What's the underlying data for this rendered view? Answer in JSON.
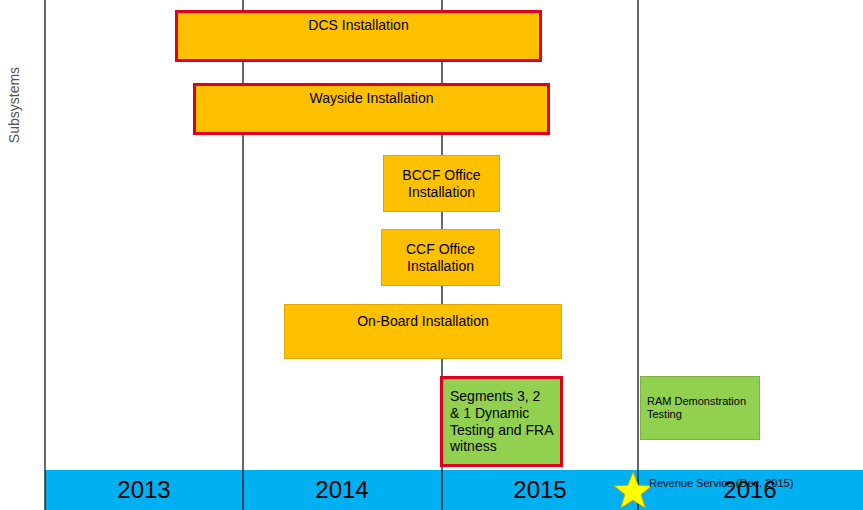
{
  "diagram": {
    "nodes": [
      {
        "text": [
          "DCS Installation"
        ]
      },
      {
        "text": [
          "Wayside Installation"
        ]
      },
      {
        "text": [
          "BCCF Office Installation"
        ]
      },
      {
        "text": [
          "CCF Office Installation"
        ]
      },
      {
        "text": [
          "On-Board Installation"
        ]
      },
      {
        "text": [
          "Segments 3, 2 & 1 Dynamic Testing and FRA witness"
        ]
      },
      {
        "text": [
          "RAM Demonstration Testing"
        ]
      }
    ],
    "labels": [
      "Subsystems",
      "2013",
      "2014",
      "2015",
      "2016",
      "Revenue Service (Dec. 2015)"
    ]
  }
}
